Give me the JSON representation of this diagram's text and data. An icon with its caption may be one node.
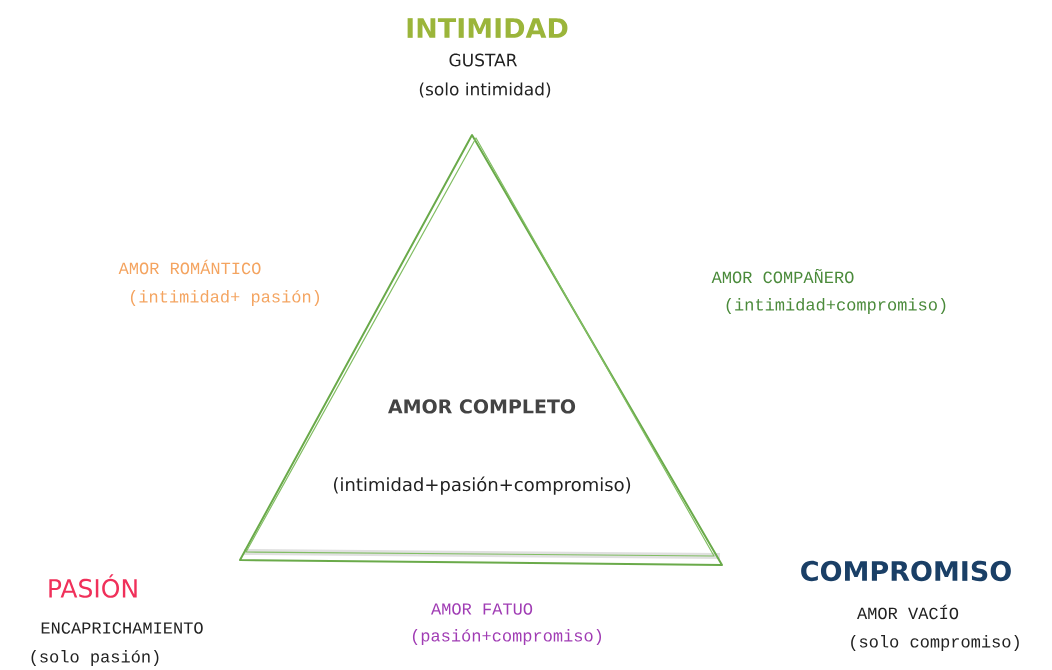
{
  "diagram": {
    "nodes": [
      {
        "text": [
          "AMOR COMPLETO",
          "(intimidad+pasión+compromiso)"
        ]
      }
    ],
    "labels": [
      "INTIMIDAD",
      "GUSTAR",
      "(solo intimidad)",
      "AMOR ROMÁNTICO",
      "(intimidad+ pasión)",
      "AMOR COMPAÑERO",
      "(intimidad+compromiso)",
      "PASIÓN",
      "ENCAPRICHAMIENTO",
      "(solo pasión)",
      "AMOR FATUO",
      "(pasión+compromiso)",
      "COMPROMISO",
      "AMOR VACÍO",
      "(solo compromiso)"
    ]
  }
}
